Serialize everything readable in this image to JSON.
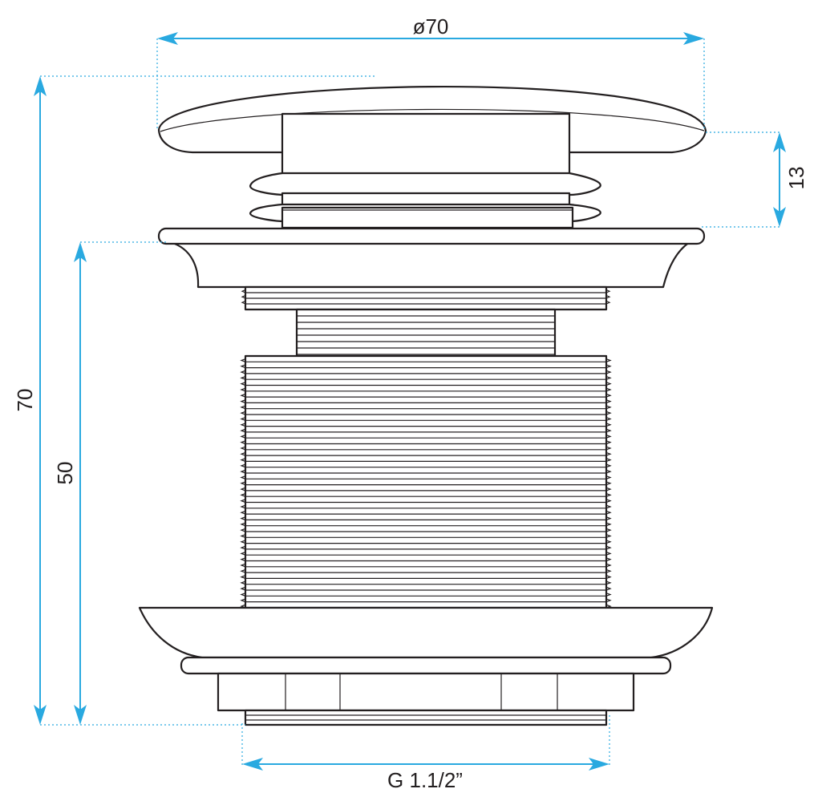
{
  "colors": {
    "dimension": "#29a9e0",
    "outline": "#231f20",
    "background": "#ffffff"
  },
  "dimensions": {
    "cap_diameter": "ø70",
    "cap_height": "13",
    "total_height": "70",
    "body_height": "50",
    "thread": "G 1.1/2”"
  }
}
